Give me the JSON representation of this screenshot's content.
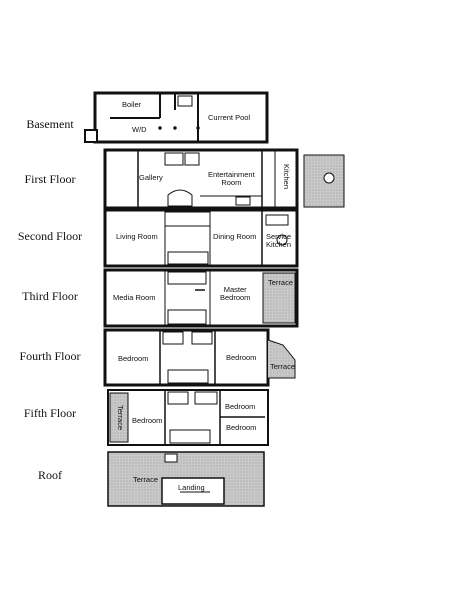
{
  "levels": [
    {
      "label": "Basement",
      "rooms": [
        "Boiler",
        "W/D",
        "Current Pool"
      ]
    },
    {
      "label": "First Floor",
      "rooms": [
        "Gallery",
        "Entertainment\nRoom",
        "Kitchen"
      ]
    },
    {
      "label": "Second Floor",
      "rooms": [
        "Living Room",
        "Dining Room",
        "Service\nKitchen"
      ]
    },
    {
      "label": "Third Floor",
      "rooms": [
        "Media Room",
        "Master\nBedroom",
        "Terrace"
      ]
    },
    {
      "label": "Fourth Floor",
      "rooms": [
        "Bedroom",
        "Bedroom",
        "Terrace"
      ]
    },
    {
      "label": "Fifth Floor",
      "rooms": [
        "Terrace",
        "Bedroom",
        "Bedroom",
        "Bedroom"
      ]
    },
    {
      "label": "Roof",
      "rooms": [
        "Terrace",
        "Landing"
      ]
    }
  ],
  "colors": {
    "wall": "#111111",
    "terrace_fill": "#bdbdbd",
    "background": "#ffffff"
  }
}
